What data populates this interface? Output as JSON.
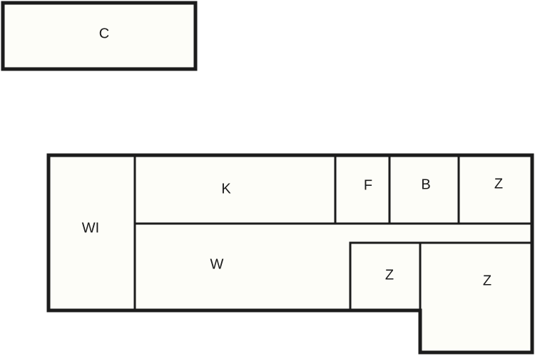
{
  "colors": {
    "wall": "#1c1c1c",
    "room_fill": "#fdfdf8",
    "background": "#ffffff",
    "text": "#1a1a1a"
  },
  "rooms": {
    "c": {
      "label": "C"
    },
    "wi": {
      "label": "WI"
    },
    "k": {
      "label": "K"
    },
    "f": {
      "label": "F"
    },
    "b": {
      "label": "B"
    },
    "z_top": {
      "label": "Z"
    },
    "w": {
      "label": "W"
    },
    "z_mid": {
      "label": "Z"
    },
    "z_right": {
      "label": "Z"
    }
  }
}
